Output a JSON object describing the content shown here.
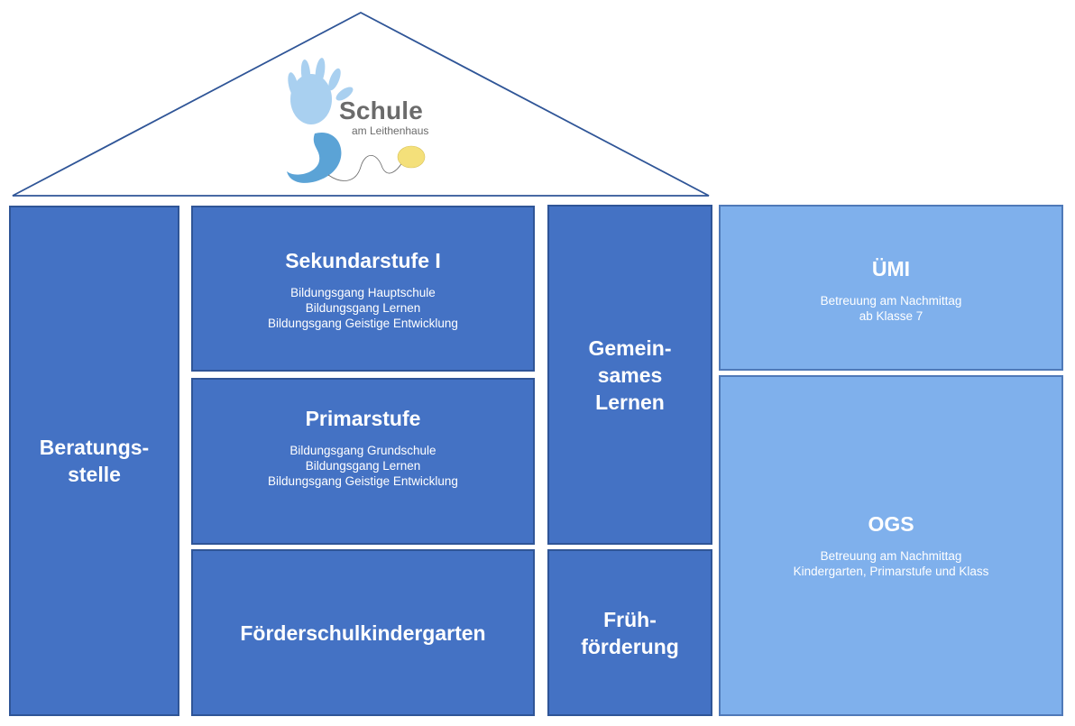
{
  "logo": {
    "name": "Schule",
    "subtitle": "am Leithenhaus"
  },
  "colors": {
    "dark_box": "#4472c4",
    "light_box": "#7fb0ec",
    "border": "#2f5597",
    "logo_hand": "#a9d0f0",
    "logo_s": "#5ba3d6",
    "logo_balloon": "#f4e07a"
  },
  "boxes": {
    "beratungsstelle": {
      "title": "Beratungs-\nstelle"
    },
    "sekundarstufe": {
      "title": "Sekundarstufe I",
      "lines": "Bildungsgang Hauptschule\nBildungsgang Lernen\nBildungsgang Geistige Entwicklung"
    },
    "primarstufe": {
      "title": "Primarstufe",
      "lines": "Bildungsgang Grundschule\nBildungsgang Lernen\nBildungsgang Geistige Entwicklung"
    },
    "foerderschulkindergarten": {
      "title": "Förderschulkindergarten"
    },
    "gemeinsames_lernen": {
      "title": "Gemein-\nsames\nLernen"
    },
    "fruehfoerderung": {
      "title": "Früh-\nförderung"
    },
    "uemi": {
      "title": "ÜMI",
      "lines": "Betreuung am Nachmittag\nab Klasse 7"
    },
    "ogs": {
      "title": "OGS",
      "lines": "Betreuung am Nachmittag\nKindergarten, Primarstufe und Klass"
    }
  }
}
